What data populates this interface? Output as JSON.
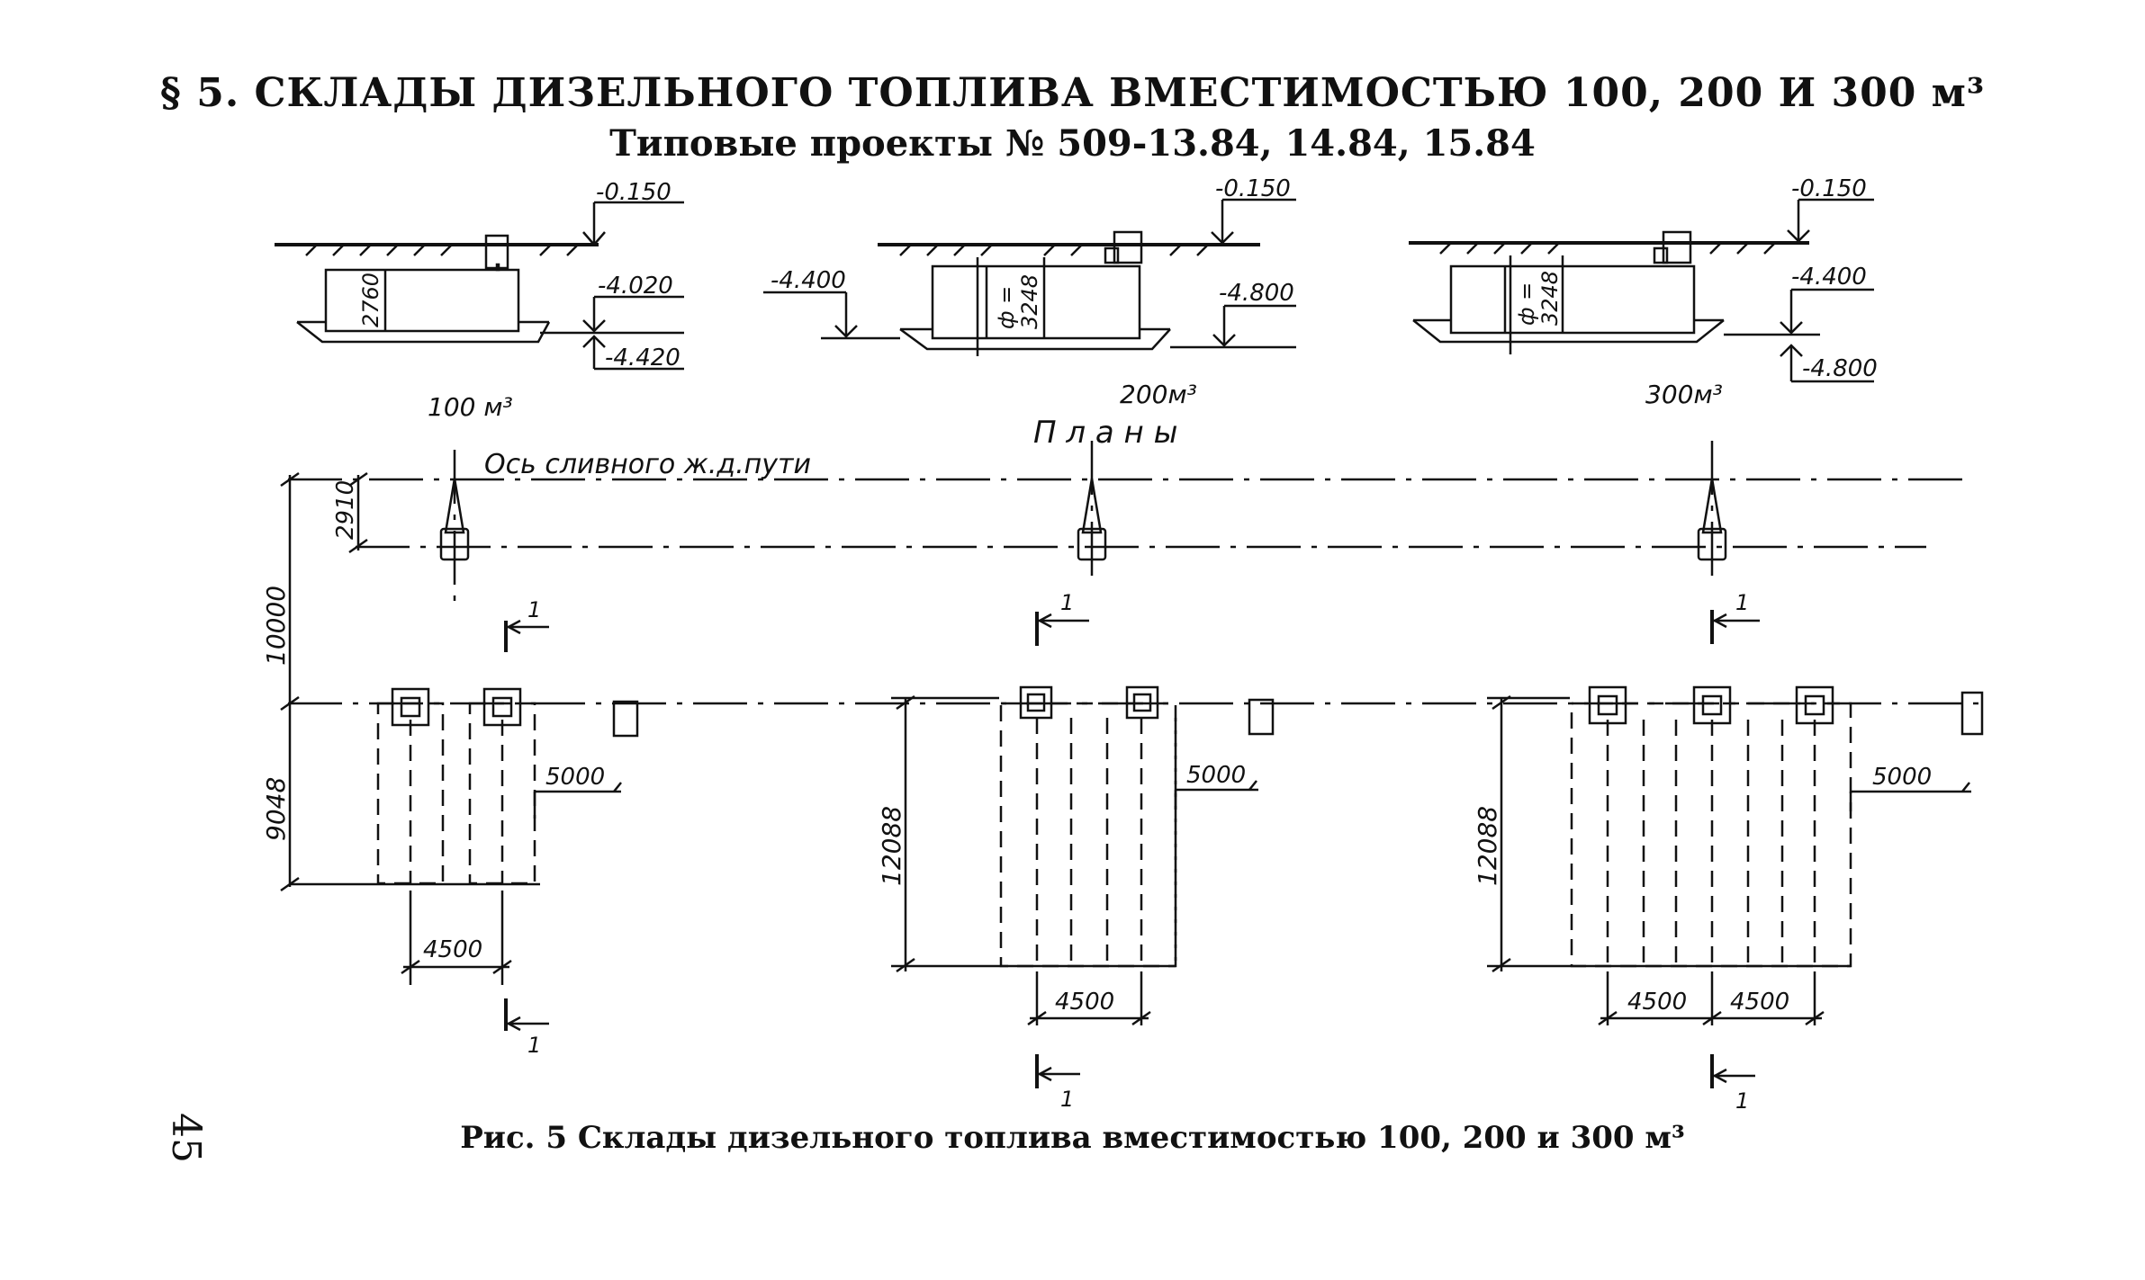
{
  "header": {
    "title": "§ 5. СКЛАДЫ ДИЗЕЛЬНОГО ТОПЛИВА ВМЕСТИМОСТЬЮ 100, 200 И 300 м³",
    "subtitle": "Типовые проекты № 509-13.84, 14.84, 15.84"
  },
  "sections": {
    "s100": {
      "label": "100 м³",
      "ground": "-0.150",
      "top": "-4.020",
      "bottom": "-4.420",
      "height": "2760"
    },
    "s200": {
      "label": "200м³",
      "ground": "-0.150",
      "left": "-4.400",
      "right": "-4.800",
      "diam_a": "ф =",
      "diam_b": "3248"
    },
    "s300": {
      "label": "300м³",
      "ground": "-0.150",
      "top": "-4.400",
      "bottom": "-4.800",
      "diam_a": "ф =",
      "diam_b": "3248"
    }
  },
  "plans": {
    "title": "П л а н ы",
    "rail_axis": "Ось сливного ж.д.пути",
    "dim_2910": "2910",
    "dim_10000": "10000",
    "cut": "1",
    "p100": {
      "depth": "9048",
      "width": "4500",
      "offset": "5000"
    },
    "p200": {
      "depth": "12088",
      "width": "4500",
      "offset": "5000"
    },
    "p300": {
      "depth": "12088",
      "width_a": "4500",
      "width_b": "4500",
      "offset": "5000"
    }
  },
  "footer": {
    "caption": "Рис. 5 Склады дизельного топлива вместимостью 100, 200 и 300 м³",
    "page_number": "45"
  }
}
